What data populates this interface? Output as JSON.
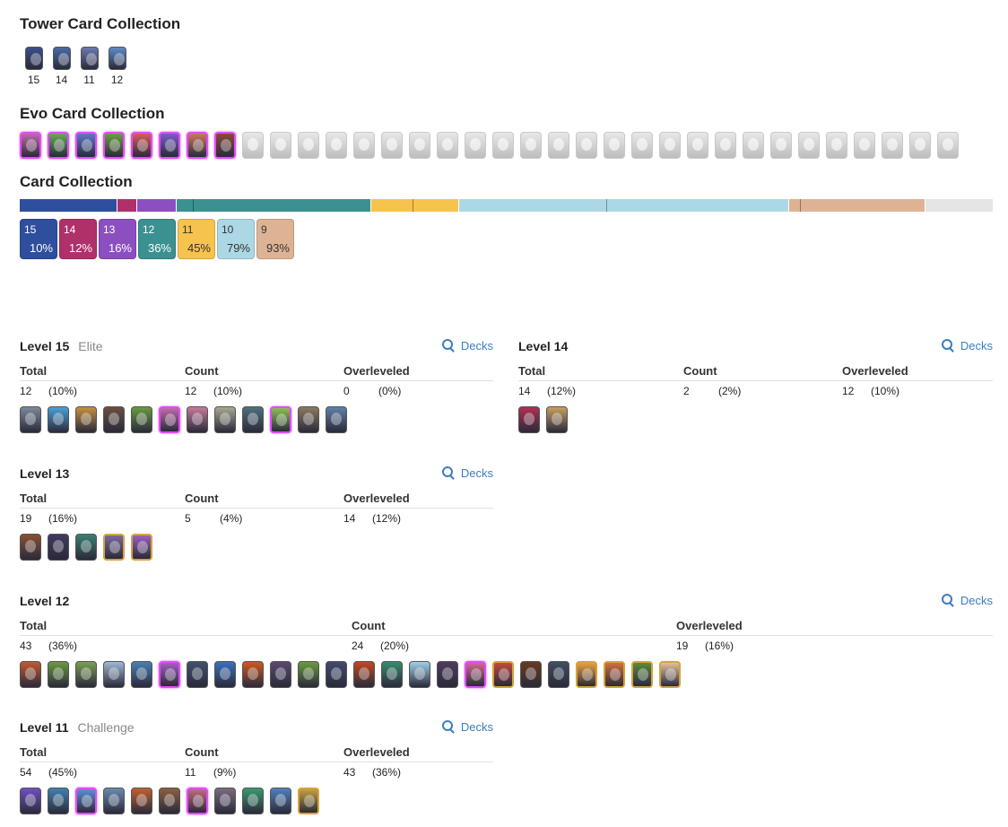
{
  "tower": {
    "title": "Tower Card Collection",
    "cards": [
      {
        "level": "15",
        "color": "#3c4f86"
      },
      {
        "level": "14",
        "color": "#4a6aa8"
      },
      {
        "level": "11",
        "color": "#6b7ab0"
      },
      {
        "level": "12",
        "color": "#5c8cc8"
      }
    ]
  },
  "evo": {
    "title": "Evo Card Collection",
    "owned": [
      "#c06aa8",
      "#6aa85c",
      "#5c78c8",
      "#6aa040",
      "#d85c5c",
      "#7a5cc8",
      "#c87a5c",
      "#8a4a3c"
    ],
    "missing_count": 26
  },
  "collection": {
    "title": "Card Collection",
    "bar": [
      {
        "pct": 10,
        "color": "#2e4f9e"
      },
      {
        "pct": 2,
        "color": "#b0306a"
      },
      {
        "pct": 4,
        "color": "#8c4fc0"
      },
      {
        "pct": 20,
        "color": "#3b9090",
        "tick": 8.3
      },
      {
        "pct": 9,
        "color": "#f6c34c",
        "tick": 47.5
      },
      {
        "pct": 34,
        "color": "#acd8e6",
        "tick": 44.6
      },
      {
        "pct": 14,
        "color": "#deb394",
        "tick": 8.4
      },
      {
        "pct": 7,
        "color": "#e5e5e5"
      }
    ],
    "badges": [
      {
        "level": "15",
        "pct": "10%",
        "color": "#2e4f9e",
        "dark": false
      },
      {
        "level": "14",
        "pct": "12%",
        "color": "#b0306a",
        "dark": false
      },
      {
        "level": "13",
        "pct": "16%",
        "color": "#8c4fc0",
        "dark": false
      },
      {
        "level": "12",
        "pct": "36%",
        "color": "#3b9090",
        "dark": false
      },
      {
        "level": "11",
        "pct": "45%",
        "color": "#f6c34c",
        "dark": true
      },
      {
        "level": "10",
        "pct": "79%",
        "color": "#acd8e6",
        "dark": true
      },
      {
        "level": "9",
        "pct": "93%",
        "color": "#deb394",
        "dark": true
      }
    ]
  },
  "labels": {
    "total": "Total",
    "count": "Count",
    "overleveled": "Overleveled",
    "decks": "Decks"
  },
  "levels": {
    "l15": {
      "title": "Level 15",
      "sub": "Elite",
      "total": {
        "n": "12",
        "p": "(10%)"
      },
      "count": {
        "n": "12",
        "p": "(10%)"
      },
      "over": {
        "n": "0",
        "p": "(0%)"
      },
      "cards": [
        "#7a8a9a",
        "#4aa0d8",
        "#c89040",
        "#6a5040",
        "#6a9a40",
        "#c06aa8",
        "#c87a9a",
        "#a8a890",
        "#507080",
        "#8ac050",
        "#8a7a60",
        "#6080a8"
      ],
      "evo": [
        5,
        9
      ]
    },
    "l14": {
      "title": "Level 14",
      "total": {
        "n": "14",
        "p": "(12%)"
      },
      "count": {
        "n": "2",
        "p": "(2%)"
      },
      "over": {
        "n": "12",
        "p": "(10%)"
      },
      "cards": [
        "#b03050",
        "#c8a060"
      ]
    },
    "l13": {
      "title": "Level 13",
      "total": {
        "n": "19",
        "p": "(16%)"
      },
      "count": {
        "n": "5",
        "p": "(4%)"
      },
      "over": {
        "n": "14",
        "p": "(12%)"
      },
      "cards": [
        "#8a5030",
        "#403a60",
        "#3a8070",
        "#7a6aa0",
        "#9a60c0"
      ],
      "gold": [
        3,
        4
      ]
    },
    "l12": {
      "title": "Level 12",
      "total": {
        "n": "43",
        "p": "(36%)"
      },
      "count": {
        "n": "24",
        "p": "(20%)"
      },
      "over": {
        "n": "19",
        "p": "(16%)"
      },
      "cards": [
        "#c05a30",
        "#6a9a40",
        "#7aa050",
        "#a0b8d8",
        "#4a80b0",
        "#a060c0",
        "#405070",
        "#3a70c0",
        "#d05a20",
        "#5a4a70",
        "#6a9a3a",
        "#404a70",
        "#c04a20",
        "#3a8a70",
        "#a0d0e8",
        "#503a60",
        "#d06a90",
        "#c04a40",
        "#6a3a20",
        "#405060",
        "#e8a040",
        "#d07040",
        "#5a8a40",
        "#e0c0a0"
      ],
      "evo": [
        5,
        16
      ],
      "gold": [
        17,
        20,
        21,
        22,
        23
      ]
    },
    "l11": {
      "title": "Level 11",
      "sub": "Challenge",
      "total": {
        "n": "54",
        "p": "(45%)"
      },
      "count": {
        "n": "11",
        "p": "(9%)"
      },
      "over": {
        "n": "43",
        "p": "(36%)"
      },
      "cards": [
        "#7050c0",
        "#4080b0",
        "#5a90d0",
        "#6a8ab0",
        "#c06030",
        "#8a6040",
        "#c06a80",
        "#7a6a80",
        "#3a9a70",
        "#5080c0",
        "#c0a040"
      ],
      "evo": [
        2,
        6
      ],
      "gold": [
        10
      ]
    }
  }
}
